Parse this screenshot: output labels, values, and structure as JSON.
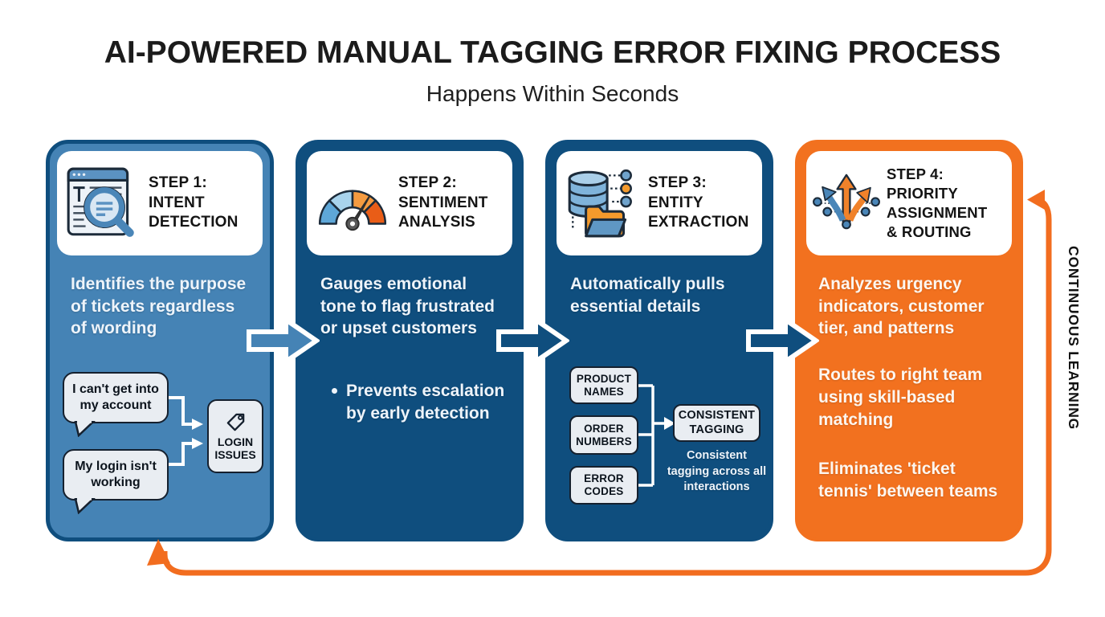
{
  "header": {
    "title": "AI-POWERED MANUAL TAGGING ERROR FIXING PROCESS",
    "subtitle": "Happens Within Seconds"
  },
  "loop_label": "CONTINUOUS LEARNING",
  "colors": {
    "step1_blue": "#4583b5",
    "dark_blue": "#0f4e7e",
    "orange": "#f2711f",
    "loop_arrow_orange": "#f26d1f",
    "box_gray": "#e9edf2",
    "text_light": "#eef4fa"
  },
  "steps": [
    {
      "title": "STEP 1:\nINTENT\nDETECTION",
      "icon": "document-search-icon",
      "description": "Identifies the purpose of tickets regardless of wording",
      "example": {
        "bubbles": [
          "I can't get into my account",
          "My login isn't working"
        ],
        "tag": "LOGIN ISSUES"
      }
    },
    {
      "title": "STEP 2:\nSENTIMENT\nANALYSIS",
      "icon": "gauge-icon",
      "description": "Gauges emotional tone to flag frustrated or upset customers",
      "bullet": "Prevents escalation by early detection"
    },
    {
      "title": "STEP 3:\nENTITY\nEXTRACTION",
      "icon": "database-folder-icon",
      "description": "Automatically pulls essential details",
      "entities": [
        "PRODUCT NAMES",
        "ORDER NUMBERS",
        "ERROR CODES"
      ],
      "result": "CONSISTENT TAGGING",
      "caption": "Consistent tagging across all interactions"
    },
    {
      "title": "STEP 4:\nPRIORITY\nASSIGNMENT\n& ROUTING",
      "icon": "routing-arrows-icon",
      "points": [
        "Analyzes urgency indicators, customer tier, and patterns",
        "Routes to right team using skill-based matching",
        "Eliminates 'ticket tennis' between teams"
      ]
    }
  ]
}
